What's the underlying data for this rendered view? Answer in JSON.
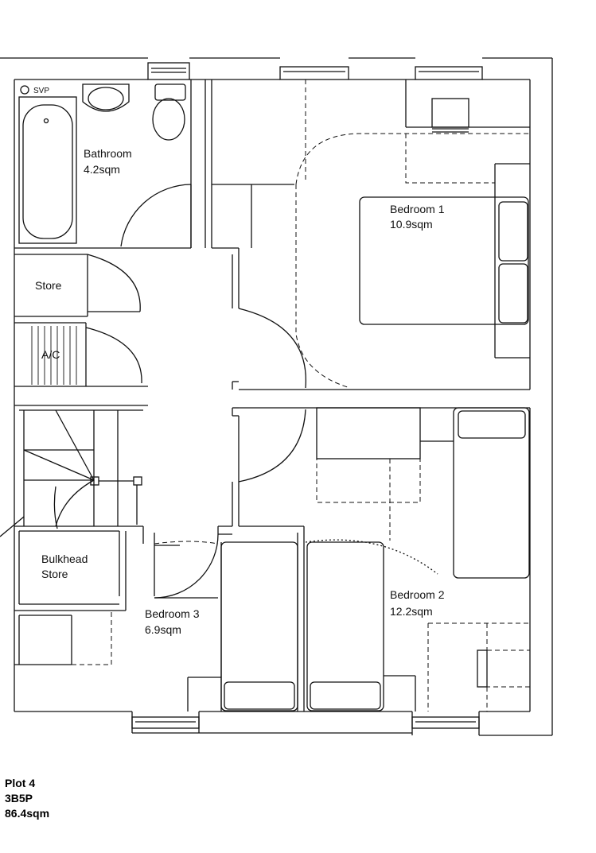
{
  "rooms": {
    "bathroom": {
      "name": "Bathroom",
      "area": "4.2sqm"
    },
    "bedroom1": {
      "name": "Bedroom 1",
      "area": "10.9sqm"
    },
    "bedroom2": {
      "name": "Bedroom 2",
      "area": "12.2sqm"
    },
    "bedroom3": {
      "name": "Bedroom 3",
      "area": "6.9sqm"
    },
    "store": {
      "name": "Store"
    },
    "ac": {
      "name": "A/C"
    },
    "bulkhead": {
      "line1": "Bulkhead",
      "line2": "Store"
    }
  },
  "fixtures": {
    "svp": "SVP"
  },
  "plot": {
    "number": "Plot 4",
    "type": "3B5P",
    "area": "86.4sqm"
  },
  "colors": {
    "line": "#111111",
    "background": "#ffffff"
  }
}
